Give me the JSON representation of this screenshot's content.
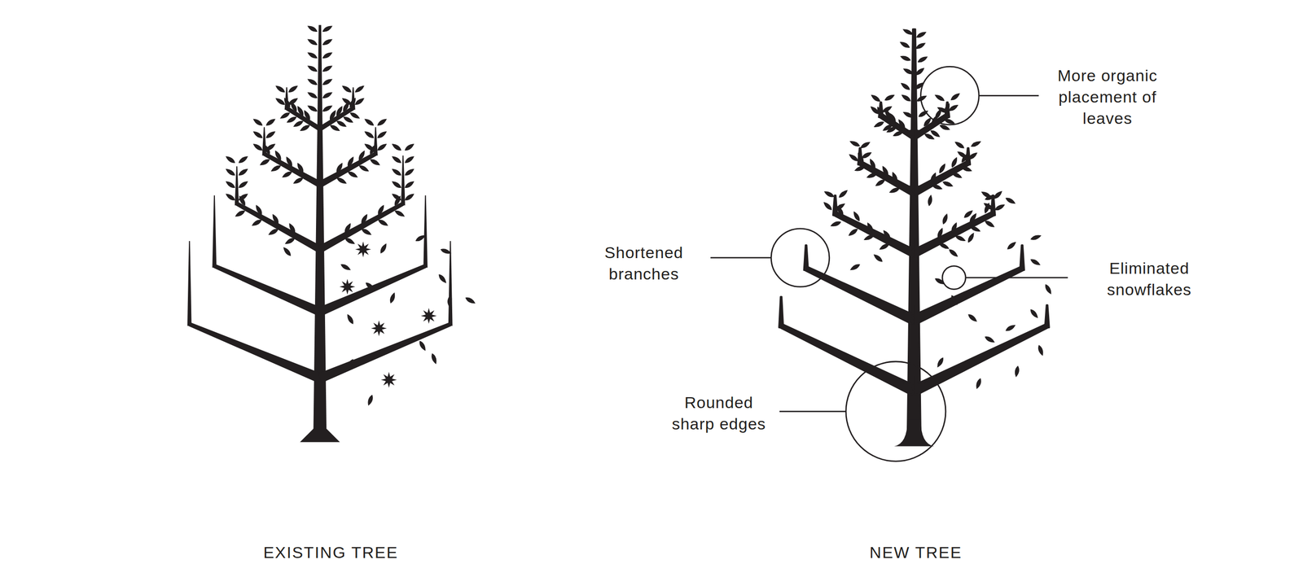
{
  "diagram": {
    "labels": [
      "EXISTING TREE",
      "NEW TREE",
      "More organic placement of leaves",
      "Shortened branches",
      "Eliminated snowflakes",
      "Rounded sharp edges"
    ]
  }
}
